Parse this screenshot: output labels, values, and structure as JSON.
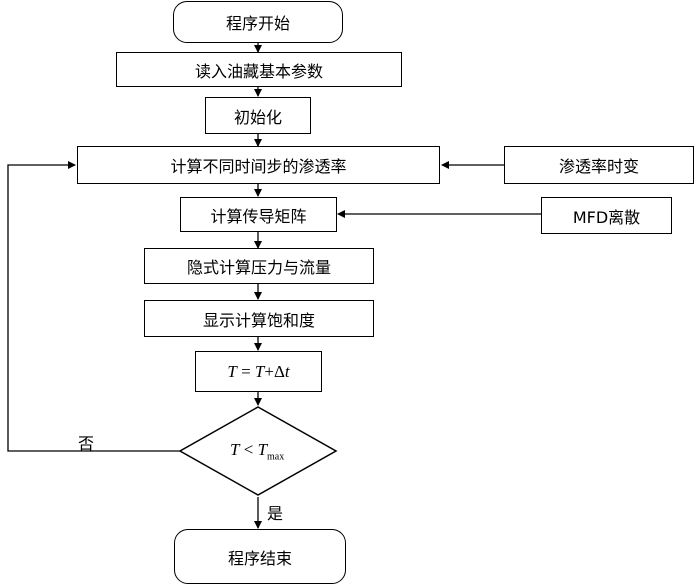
{
  "flowchart": {
    "start": "程序开始",
    "read_params": "读入油藏基本参数",
    "init": "初始化",
    "calc_perm": "计算不同时间步的渗透率",
    "perm_time_varying": "渗透率时变",
    "calc_conductivity": "计算传导矩阵",
    "mfd_discrete": "MFD离散",
    "implicit_calc": "隐式计算压力与流量",
    "explicit_calc": "显示计算饱和度",
    "time_update": {
      "lhs": "T",
      "eq": " = ",
      "rhs": "T",
      "plus": "+Δ",
      "dt": "t"
    },
    "decision": {
      "lhs": "T",
      "op": " < ",
      "rhs": "T",
      "sub": "max"
    },
    "no_label": "否",
    "yes_label": "是",
    "end": "程序结束"
  }
}
